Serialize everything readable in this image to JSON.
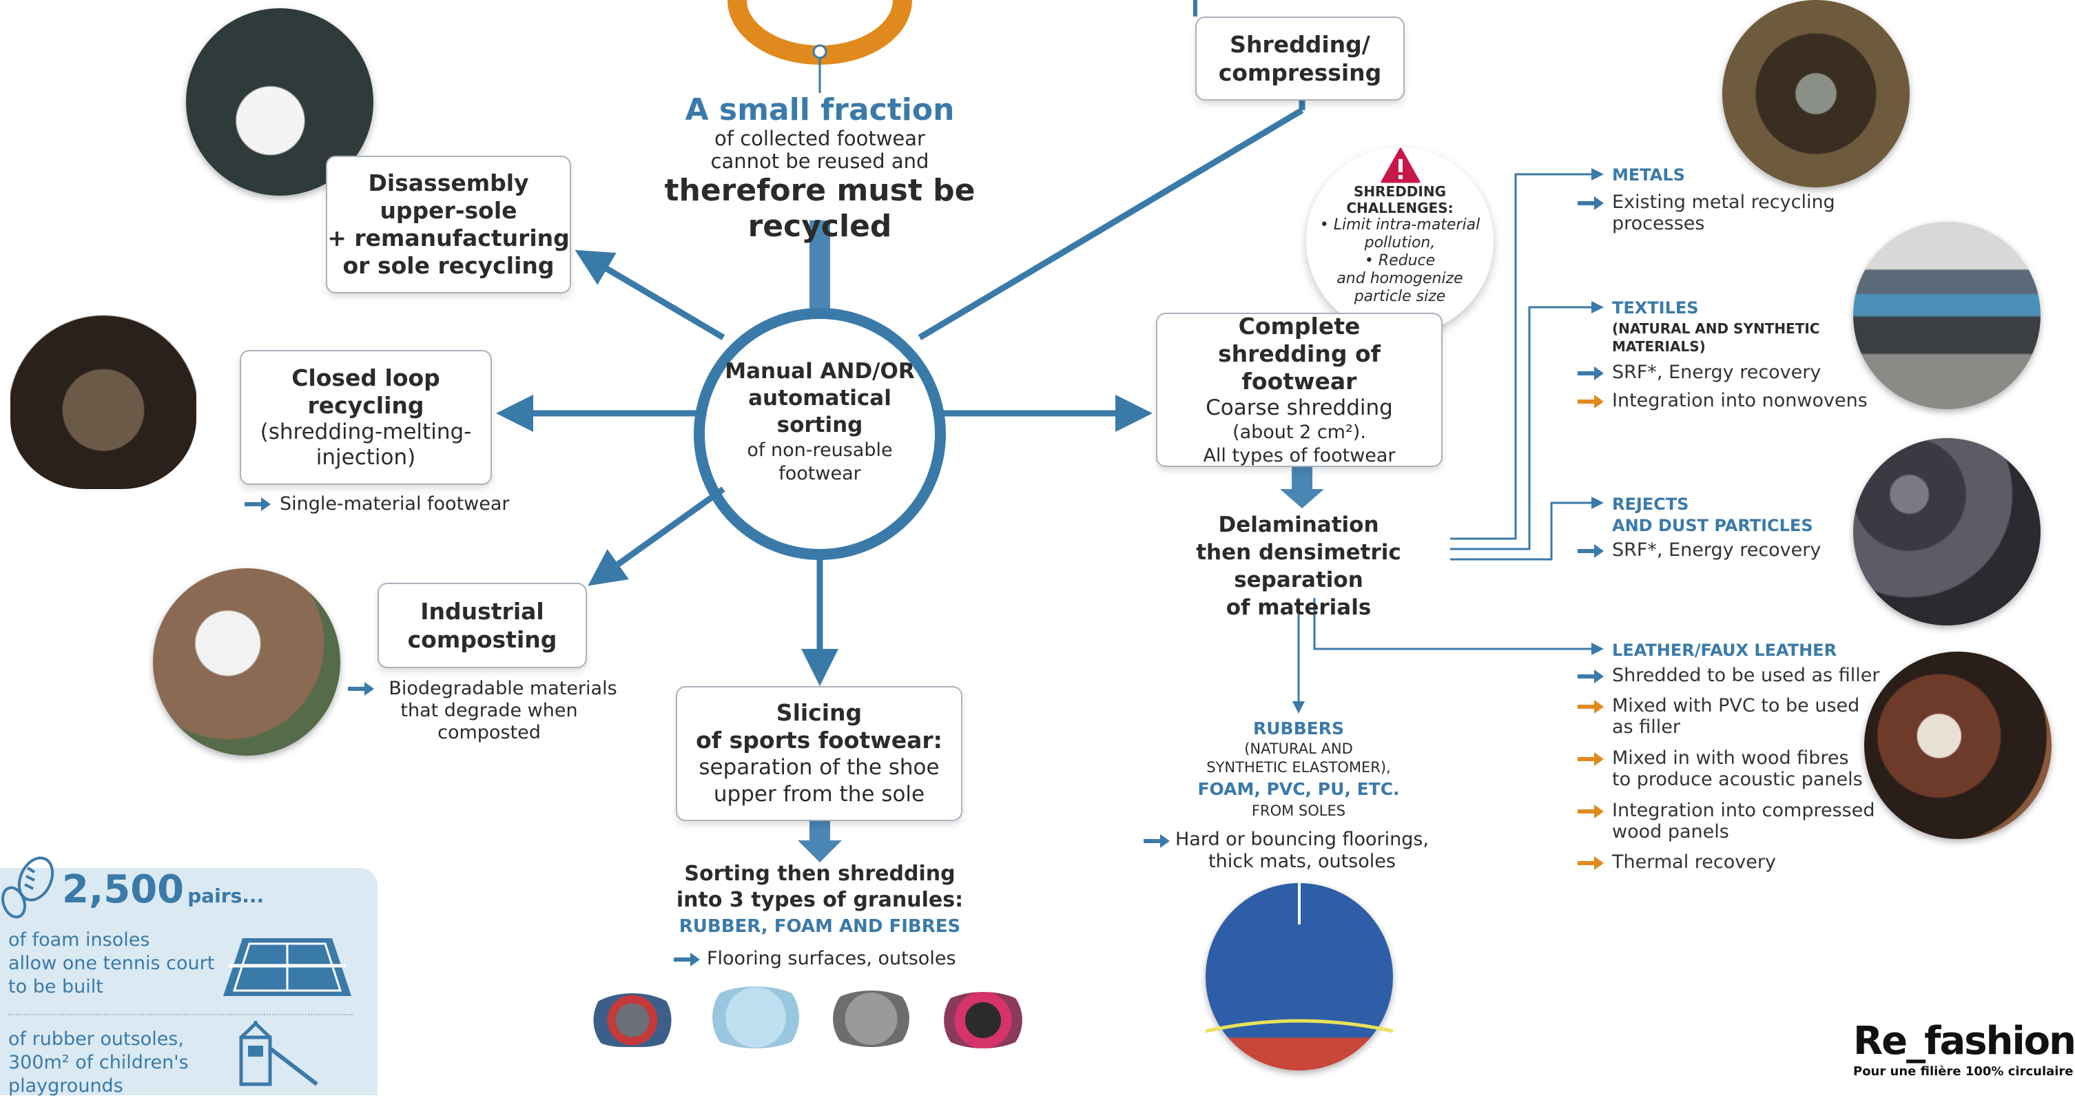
{
  "colors": {
    "blue": "#3a7aa9",
    "orange": "#e08a1e",
    "grey_border": "#a9b3bd",
    "alert": "#c8184a",
    "panel": "#dbe9f3"
  },
  "top_fraction": {
    "heading": "A small fraction",
    "line1": "of collected footwear",
    "line2": "cannot be reused and",
    "emphasis": "therefore must be recycled"
  },
  "sorting_hub": {
    "title_lines": [
      "Manual AND/OR",
      "automatical",
      "sorting"
    ],
    "sub_lines": [
      "of non-reusable",
      "footwear"
    ]
  },
  "disassembly": {
    "lines": [
      "Disassembly",
      "upper-sole",
      "+ remanufacturing",
      "or sole recycling"
    ]
  },
  "closed_loop": {
    "title_lines": [
      "Closed loop",
      "recycling"
    ],
    "sub_lines": [
      "(shredding-melting-",
      "injection)"
    ],
    "output": "Single-material footwear"
  },
  "composting": {
    "title_lines": [
      "Industrial",
      "composting"
    ],
    "output_lines": [
      "Biodegradable materials",
      "that degrade when composted"
    ]
  },
  "slicing": {
    "title_lines": [
      "Slicing",
      "of sports footwear:"
    ],
    "sub_lines": [
      "separation of the shoe",
      "upper from the sole"
    ]
  },
  "granules": {
    "title_lines": [
      "Sorting then shredding",
      "into 3 types of granules:"
    ],
    "types": "RUBBER, FOAM AND FIBRES",
    "output": "Flooring surfaces, outsoles"
  },
  "shredding_compressing": {
    "lines": [
      "Shredding/",
      "compressing"
    ]
  },
  "shredding_challenges": {
    "title_lines": [
      "SHREDDING",
      "CHALLENGES:"
    ],
    "items": [
      "• Limit intra-material",
      "pollution,",
      "• Reduce",
      "and homogenize",
      "particle size"
    ]
  },
  "complete_shredding": {
    "title_lines": [
      "Complete",
      "shredding of footwear"
    ],
    "sub_lines": [
      "Coarse shredding",
      "(about 2 cm²).",
      "All types of footwear"
    ]
  },
  "delamination": {
    "lines": [
      "Delamination",
      "then densimetric separation",
      "of materials"
    ]
  },
  "rubbers": {
    "title": "RUBBERS",
    "sub_lines": [
      "(NATURAL AND",
      "SYNTHETIC ELASTOMER),"
    ],
    "foam": "FOAM, PVC, PU, ETC.",
    "from": "FROM SOLES",
    "output_lines": [
      "Hard or bouncing floorings,",
      "thick mats, outsoles"
    ]
  },
  "outputs": {
    "metals": {
      "title": "METALS",
      "items": [
        [
          "Existing metal recycling",
          "processes"
        ]
      ]
    },
    "textiles": {
      "title": "TEXTILES",
      "sub_lines": [
        "(NATURAL AND SYNTHETIC",
        "MATERIALS)"
      ],
      "items": [
        [
          "SRF*, Energy recovery"
        ],
        [
          "Integration into nonwovens"
        ]
      ]
    },
    "rejects": {
      "title_lines": [
        "REJECTS",
        "AND DUST PARTICLES"
      ],
      "items": [
        [
          "SRF*, Energy recovery"
        ]
      ]
    },
    "leather": {
      "title": "LEATHER/FAUX LEATHER",
      "items": [
        [
          "Shredded to be used as filler"
        ],
        [
          "Mixed with PVC to be used",
          "as filler"
        ],
        [
          "Mixed in with wood fibres",
          "to produce acoustic panels"
        ],
        [
          "Integration into compressed",
          "wood panels"
        ],
        [
          "Thermal recovery"
        ]
      ]
    }
  },
  "stats_panel": {
    "number": "2,500",
    "unit": "pairs...",
    "stat1_lines": [
      "of foam insoles",
      "allow one tennis court",
      "to be built"
    ],
    "stat2_lines": [
      "of rubber outsoles,",
      "300m² of children's",
      "playgrounds"
    ]
  },
  "brand": {
    "logo": "Re_fashion",
    "tagline": "Pour une filière 100% circulaire"
  },
  "icons": [
    "alert-triangle-icon",
    "shoe-prints-icon",
    "tennis-court-icon",
    "playground-icon"
  ]
}
